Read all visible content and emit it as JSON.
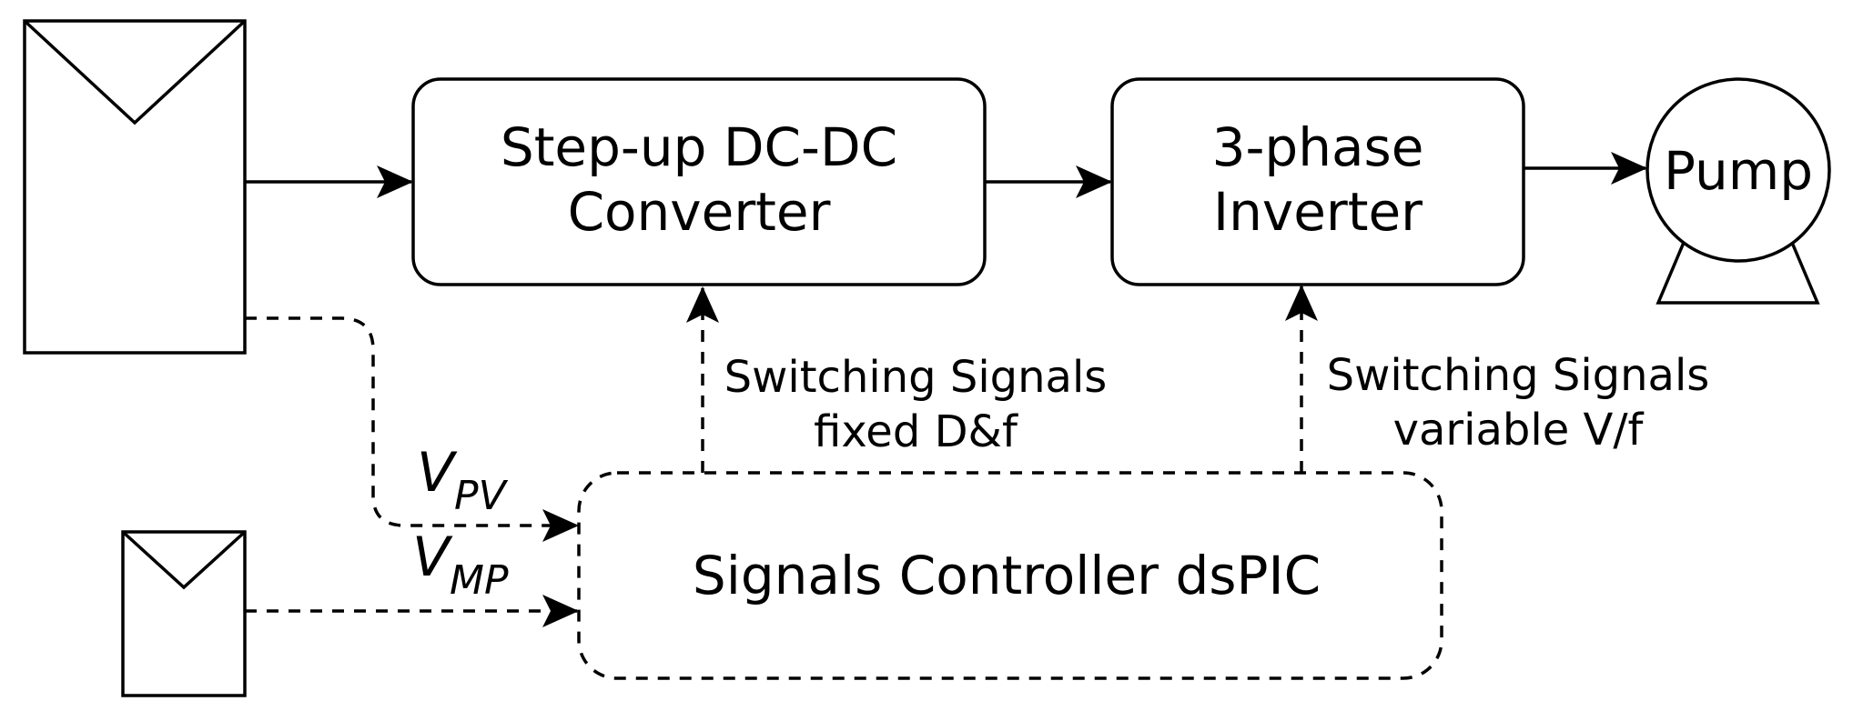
{
  "blocks": {
    "converter": {
      "line1": "Step-up DC-DC",
      "line2": "Converter"
    },
    "inverter": {
      "line1": "3-phase",
      "line2": "Inverter"
    },
    "pump": {
      "label": "Pump"
    },
    "controller": {
      "label": "Signals Controller dsPIC"
    }
  },
  "signals": {
    "converter": {
      "line1": "Switching Signals",
      "line2": "fixed D&f"
    },
    "inverter": {
      "line1": "Switching Signals",
      "line2": "variable V/f"
    }
  },
  "measurements": {
    "vpv": {
      "symbol": "V",
      "subscript": "PV"
    },
    "vmp": {
      "symbol": "V",
      "subscript": "MP"
    }
  },
  "colors": {
    "line": "#000000",
    "background": "#ffffff"
  }
}
